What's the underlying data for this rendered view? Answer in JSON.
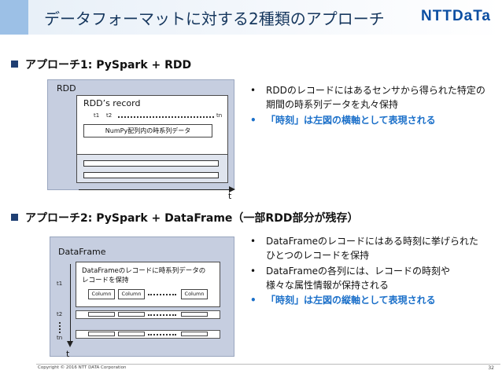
{
  "slide": {
    "title": "データフォーマットに対する2種類のアプローチ",
    "logo": "NTTDaTa",
    "page_number": "32",
    "copyright": "Copyright © 2016 NTT DATA Corporation"
  },
  "approach1": {
    "heading": "アプローチ1: PySpark + RDD",
    "diagram": {
      "rdd_label": "RDD",
      "record_label": "RDD’s record",
      "tick_t1": "t1",
      "tick_t2": "t2",
      "tick_tn": "tn",
      "numpy_label": "NumPy配列内の時系列データ",
      "axis_label": "t"
    },
    "bullets": [
      {
        "marker": "•",
        "line1": "RDDのレコードにはあるセンサから得られた特定の",
        "line2": "期間の時系列データを丸々保持"
      },
      {
        "marker": "•",
        "line1": "「時刻」は左図の横軸として表現される"
      }
    ]
  },
  "approach2": {
    "heading": "アプローチ2: PySpark + DataFrame（一部RDD部分が残存）",
    "diagram": {
      "df_label": "DataFrame",
      "record_text_line1": "DataFrameのレコードに時系列データの",
      "record_text_line2": "レコードを保持",
      "columns": [
        "Column",
        "Column",
        "Column"
      ],
      "tick_t1": "t1",
      "tick_t2": "t2",
      "tick_tn": "tn",
      "axis_label": "t"
    },
    "bullets": [
      {
        "marker": "•",
        "line1": "DataFrameのレコードにはある時刻に挙げられた",
        "line2": "ひとつのレコードを保持"
      },
      {
        "marker": "•",
        "line1": "DataFrameの各列には、レコードの時刻や",
        "line2": "様々な属性情報が保持される"
      },
      {
        "marker": "•",
        "line1": "「時刻」は左図の縦軸として表現される"
      }
    ]
  },
  "colors": {
    "title_text": "#16375e",
    "logo": "#0b4ea2",
    "highlight": "#1a6fc9",
    "diagram_fill": "#c6cee0"
  }
}
